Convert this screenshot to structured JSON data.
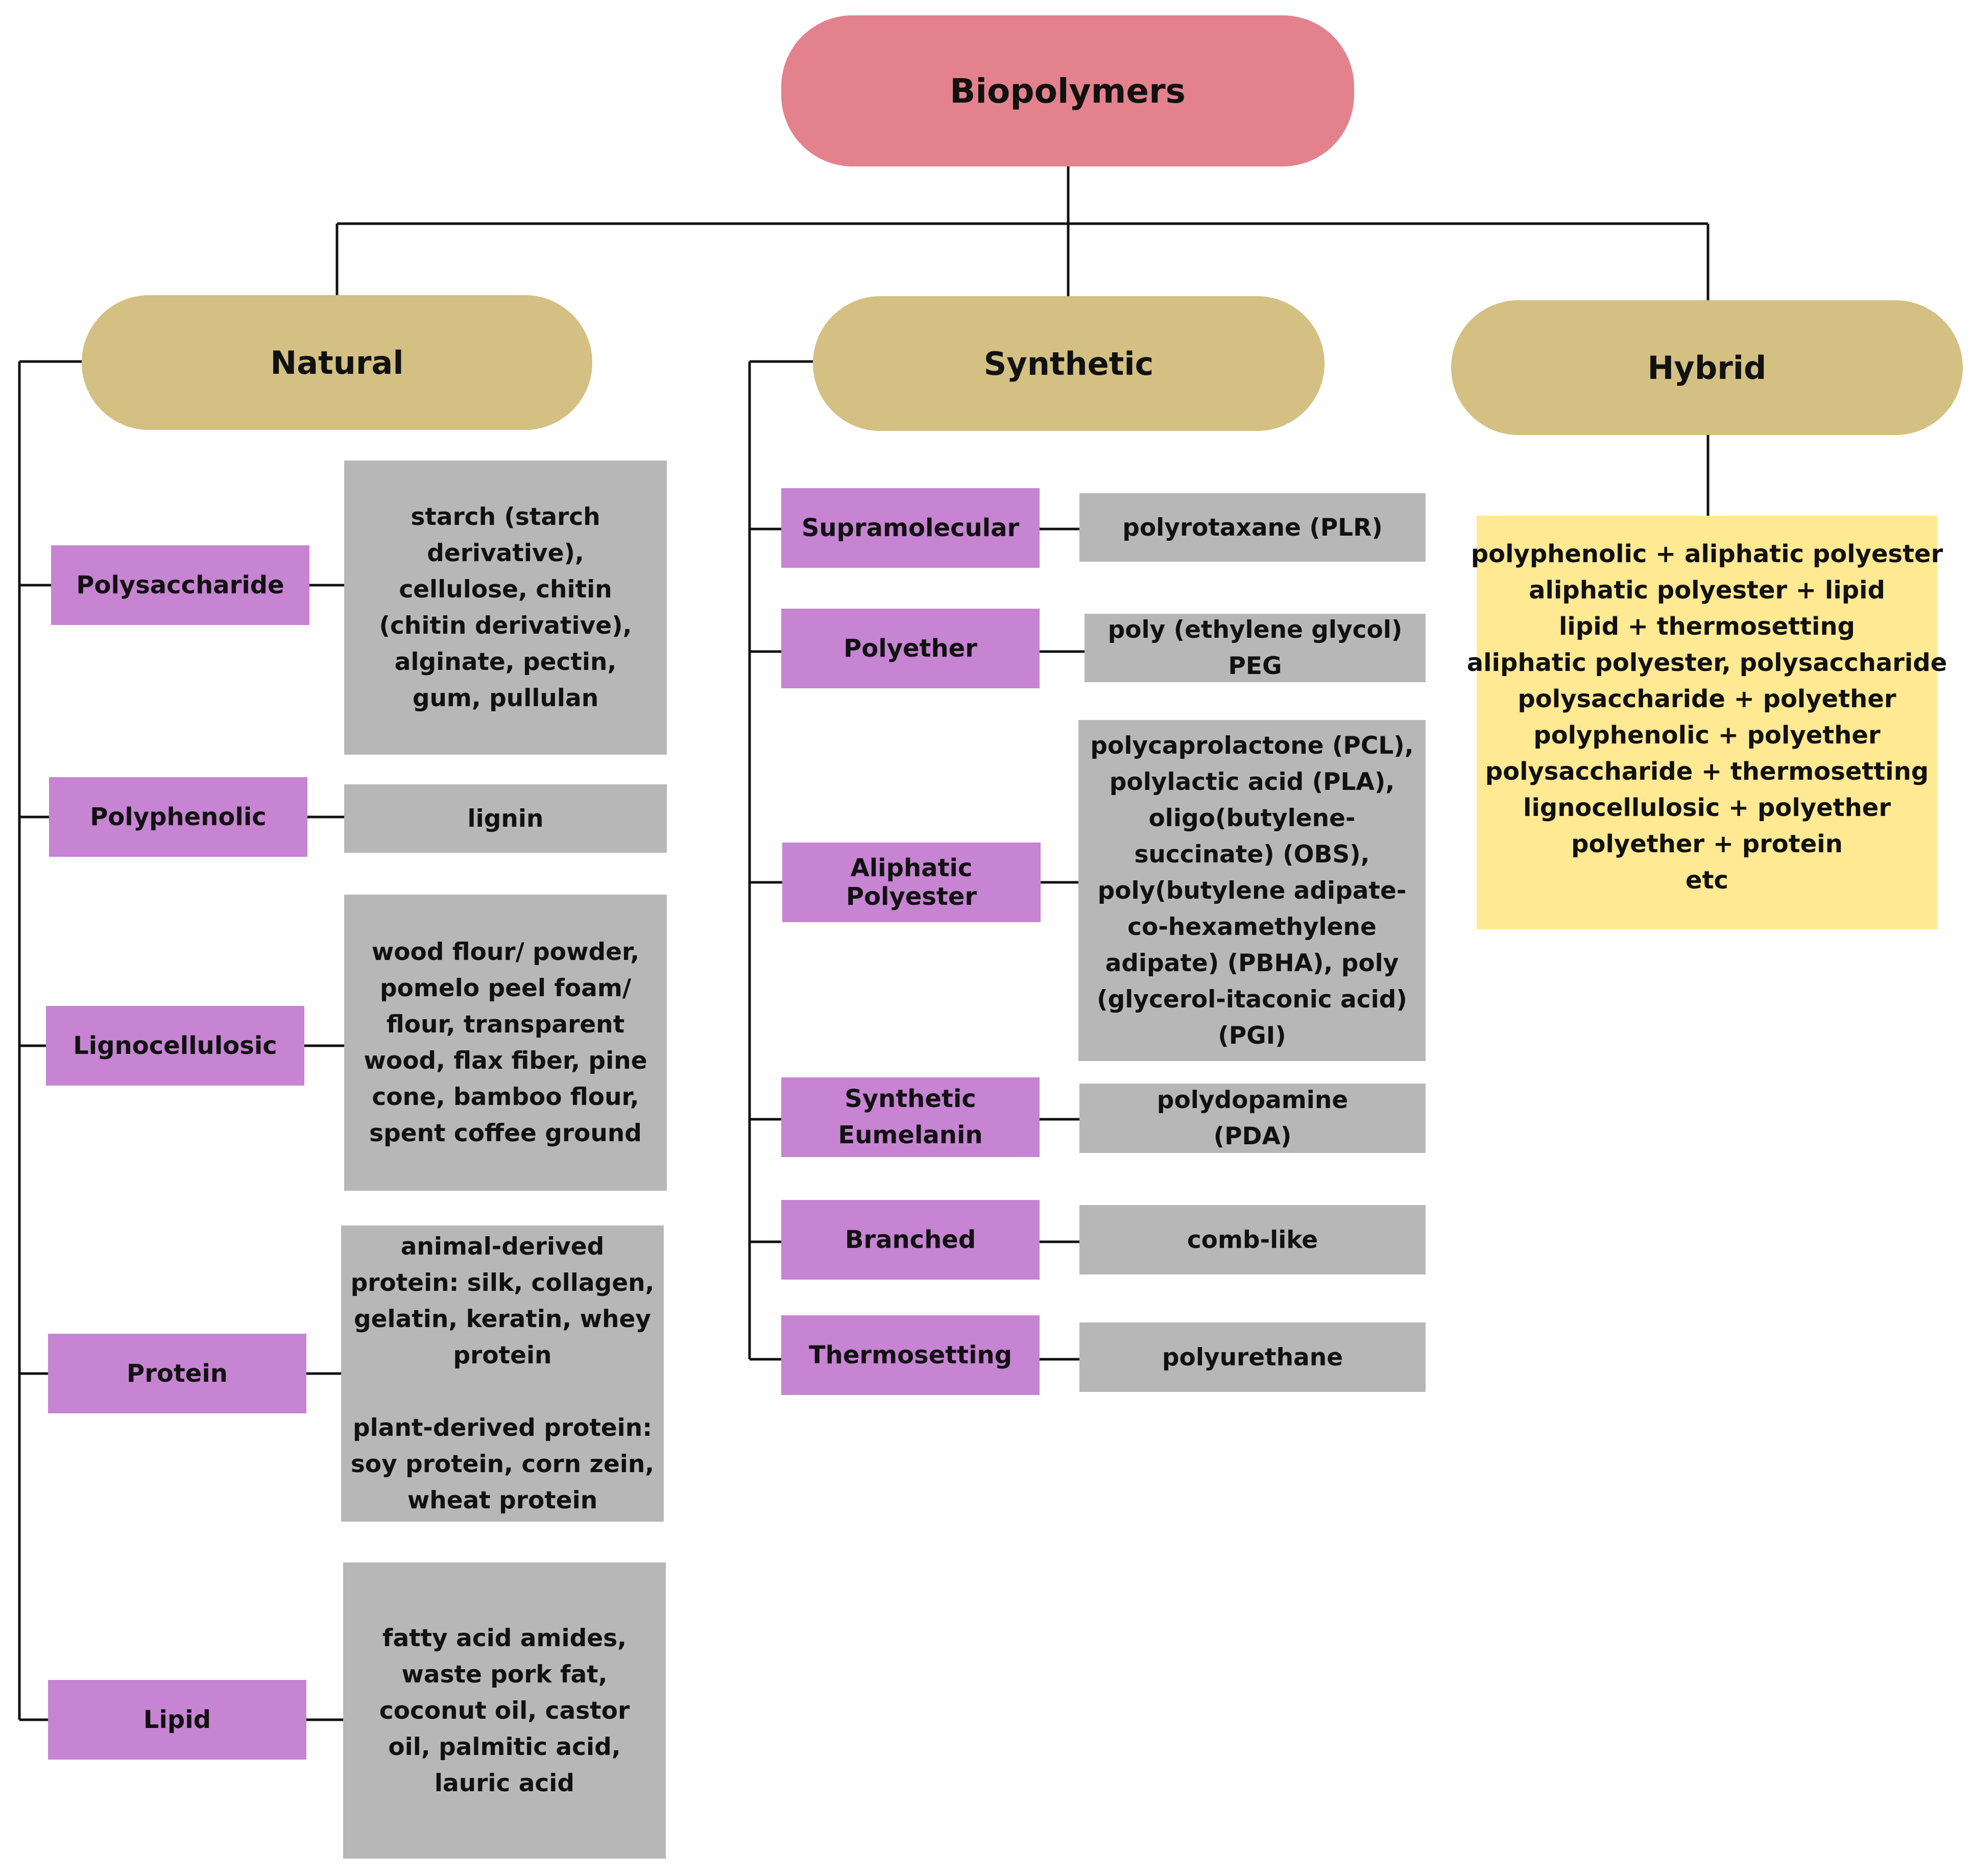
{
  "colors": {
    "root": "#E3828D",
    "branch": "#D3C082",
    "category": "#C684D2",
    "leaf": "#B7B7B7",
    "hybrid": "#FFE992",
    "line": "#111111"
  },
  "root": {
    "label": "Biopolymers"
  },
  "natural": {
    "label": "Natural",
    "items": [
      {
        "category": "Polysaccharide",
        "examples": "starch (starch\nderivative),\ncellulose, chitin\n(chitin derivative),\nalginate, pectin,\ngum, pullulan"
      },
      {
        "category": "Polyphenolic",
        "examples": "lignin"
      },
      {
        "category": "Lignocellulosic",
        "examples": "wood flour/ powder,\npomelo peel foam/\nflour, transparent\nwood, flax fiber,  pine\ncone, bamboo flour,\nspent coffee ground"
      },
      {
        "category": "Protein",
        "examples": "animal-derived\nprotein: silk, collagen,\ngelatin, keratin, whey\nprotein\n\nplant-derived protein:\nsoy protein, corn zein,\nwheat protein"
      },
      {
        "category": "Lipid",
        "examples": "fatty acid amides,\nwaste pork fat,\ncoconut oil, castor\noil, palmitic acid,\nlauric acid"
      }
    ]
  },
  "synthetic": {
    "label": "Synthetic",
    "items": [
      {
        "category": "Supramolecular",
        "examples": "polyrotaxane (PLR)"
      },
      {
        "category": "Polyether",
        "examples": "poly (ethylene glycol) PEG"
      },
      {
        "category": "Aliphatic Polyester",
        "examples": "polycaprolactone (PCL),\npolylactic acid (PLA),\noligo(butylene-\nsuccinate) (OBS),\npoly(butylene adipate-\nco-hexamethylene\nadipate) (PBHA), poly\n(glycerol-itaconic acid)\n(PGI)"
      },
      {
        "category": "Synthetic\nEumelanin",
        "examples": "polydopamine\n(PDA)"
      },
      {
        "category": "Branched",
        "examples": "comb-like"
      },
      {
        "category": "Thermosetting",
        "examples": "polyurethane"
      }
    ]
  },
  "hybrid": {
    "label": "Hybrid",
    "lines": [
      "polyphenolic + aliphatic polyester",
      "aliphatic polyester + lipid",
      "lipid + thermosetting",
      "aliphatic polyester, polysaccharide",
      "polysaccharide + polyether",
      "polyphenolic + polyether",
      "polysaccharide + thermosetting",
      "lignocellulosic + polyether",
      "polyether + protein",
      "etc"
    ]
  }
}
